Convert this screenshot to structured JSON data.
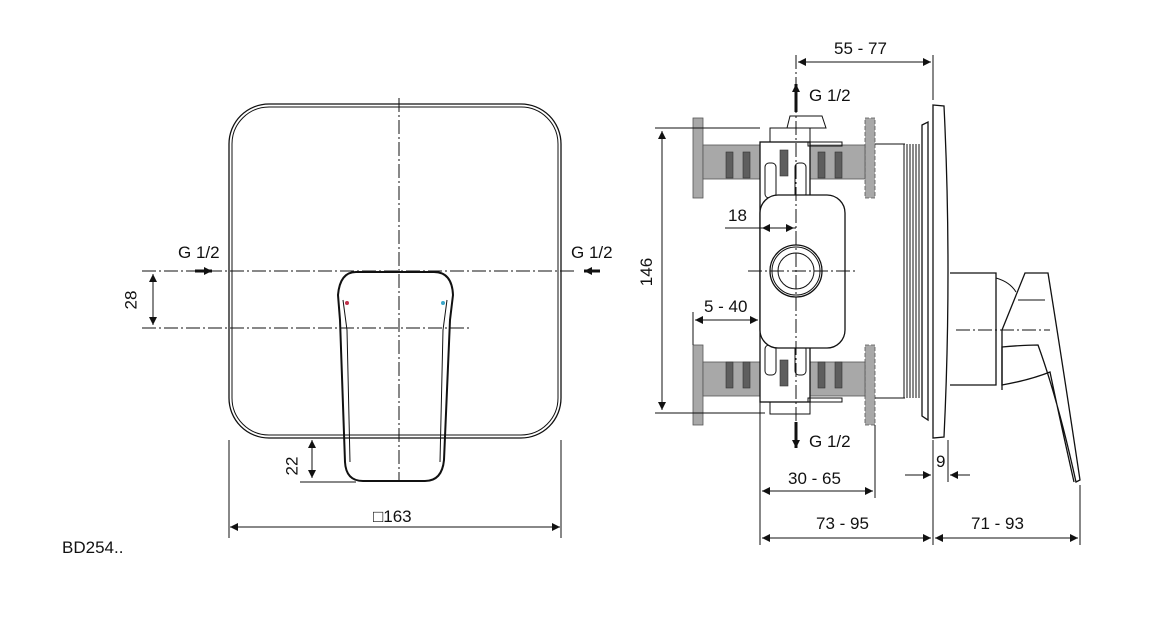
{
  "drawing": {
    "model_code": "BD254..",
    "front_view": {
      "plate_size_label": "□163",
      "inlet_left_label": "G 1/2",
      "inlet_right_label": "G 1/2",
      "dim_vertical_offset": "28",
      "dim_handle_overhang": "22",
      "hot_indicator_color": "#c0304a",
      "cold_indicator_color": "#3aa6c8"
    },
    "side_view": {
      "outlet_top_label": "G 1/2",
      "outlet_bottom_label": "G 1/2",
      "dim_height": "146",
      "dim_install_depth_top": "55 - 77",
      "dim_offset_18": "18",
      "dim_range_5_40": "5 - 40",
      "dim_range_30_65": "30 - 65",
      "dim_range_73_95": "73 - 95",
      "dim_range_71_93": "71 - 93",
      "dim_plate_thickness": "9"
    }
  }
}
